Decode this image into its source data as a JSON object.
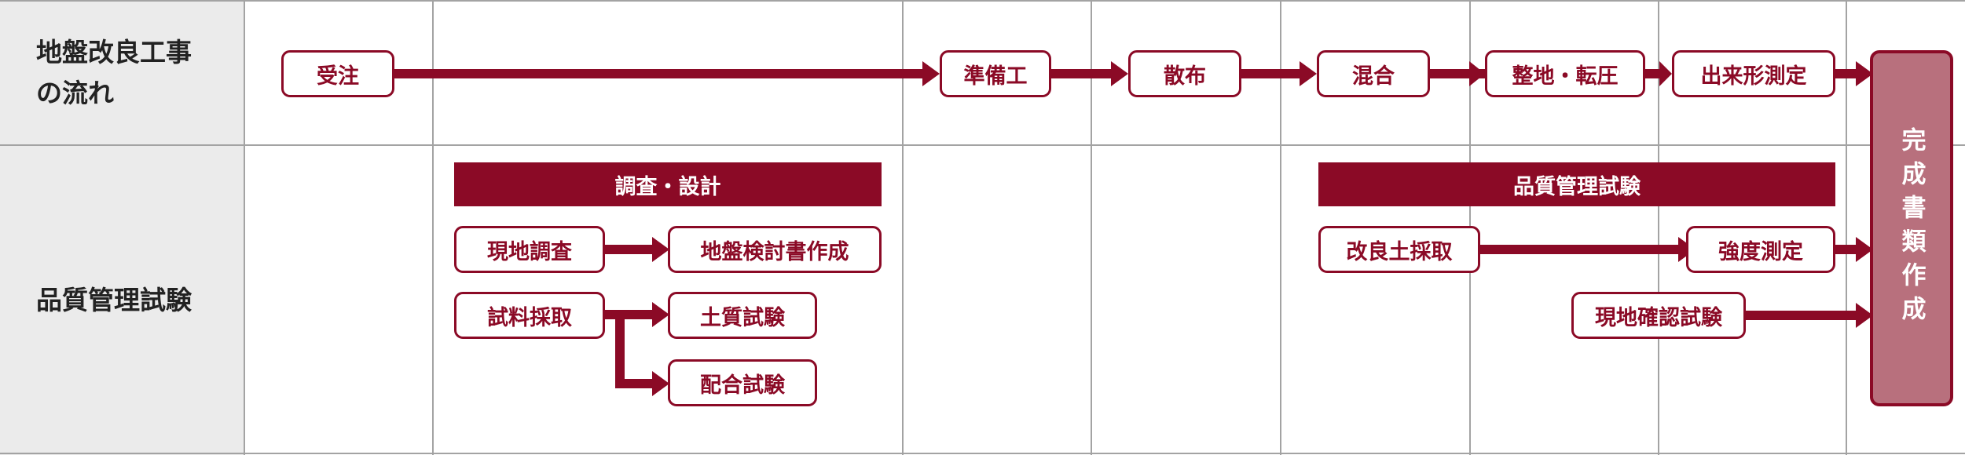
{
  "row_headers": {
    "flow": "地盤改良工事\nの流れ",
    "quality": "品質管理試験"
  },
  "flow_steps": {
    "order": "受注",
    "prep": "準備工",
    "spread": "散布",
    "mix": "混合",
    "grade": "整地・転圧",
    "measure": "出来形測定"
  },
  "bands": {
    "survey_design": "調査・設計",
    "quality_test": "品質管理試験"
  },
  "survey_steps": {
    "site_survey": "現地調査",
    "report": "地盤検討書作成",
    "sampling": "試料採取",
    "soil_test": "土質試験",
    "mix_test": "配合試験"
  },
  "quality_steps": {
    "improved_sampling": "改良土採取",
    "strength": "強度測定",
    "site_check": "現地確認試験"
  },
  "final": "完成書類作成",
  "colors": {
    "accent": "#8b0a26",
    "final_fill": "#b8707d",
    "header_bg": "#ebebeb",
    "grid": "#a3a3a3"
  }
}
